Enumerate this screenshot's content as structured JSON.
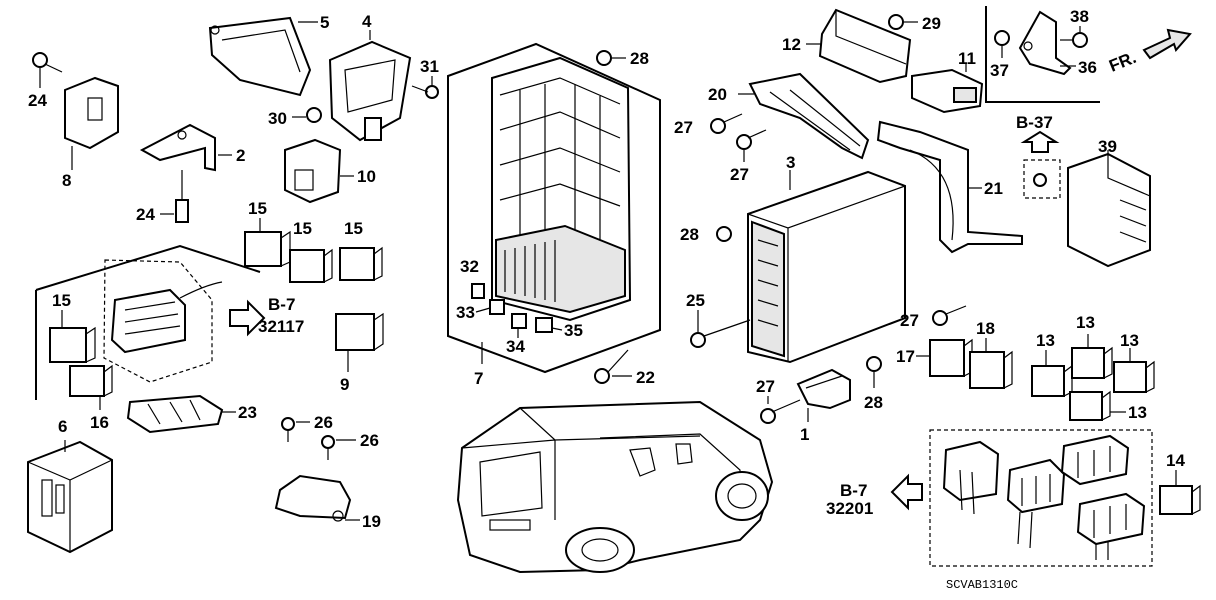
{
  "callouts": {
    "c1": "1",
    "c2": "2",
    "c3": "3",
    "c4": "4",
    "c5": "5",
    "c6": "6",
    "c7": "7",
    "c8": "8",
    "c9": "9",
    "c10": "10",
    "c11": "11",
    "c12": "12",
    "c13a": "13",
    "c13b": "13",
    "c13c": "13",
    "c13d": "13",
    "c14": "14",
    "c15a": "15",
    "c15b": "15",
    "c15c": "15",
    "c15d": "15",
    "c16": "16",
    "c17": "17",
    "c18": "18",
    "c19": "19",
    "c20": "20",
    "c21": "21",
    "c22": "22",
    "c23": "23",
    "c24a": "24",
    "c24b": "24",
    "c25": "25",
    "c26a": "26",
    "c26b": "26",
    "c27a": "27",
    "c27b": "27",
    "c27c": "27",
    "c27d": "27",
    "c28a": "28",
    "c28b": "28",
    "c28c": "28",
    "c29": "29",
    "c30": "30",
    "c31": "31",
    "c32": "32",
    "c33": "33",
    "c34": "34",
    "c35": "35",
    "c36": "36",
    "c37": "37",
    "c38": "38",
    "c39": "39"
  },
  "refs": {
    "b7_top_page": "B-7",
    "b7_top_code": "32117",
    "b37": "B-37",
    "b7_bottom_page": "B-7",
    "b7_bottom_code": "32201"
  },
  "front_label": "FR.",
  "diagram_code": "SCVAB1310C"
}
